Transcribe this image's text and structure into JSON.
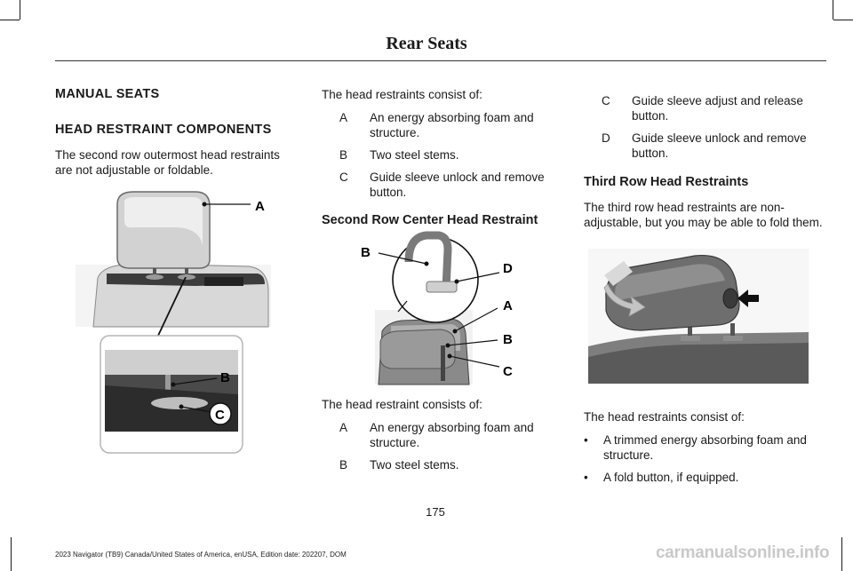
{
  "header": {
    "title": "Rear Seats"
  },
  "left": {
    "heading1": "MANUAL SEATS",
    "heading2": "HEAD RESTRAINT COMPONENTS",
    "paragraph": "The second row outermost head restraints are not adjustable or foldable.",
    "callouts": [
      "A",
      "B",
      "C"
    ]
  },
  "middle": {
    "intro": "The head restraints consist of:",
    "items": [
      {
        "key": "A",
        "text": "An energy absorbing foam and structure."
      },
      {
        "key": "B",
        "text": "Two steel stems."
      },
      {
        "key": "C",
        "text": "Guide sleeve unlock and remove button."
      }
    ],
    "heading": "Second Row Center Head Restraint",
    "callouts": [
      "B",
      "D",
      "A",
      "B",
      "C"
    ],
    "intro2": "The head restraint consists of:",
    "items2": [
      {
        "key": "A",
        "text": "An energy absorbing foam and structure."
      },
      {
        "key": "B",
        "text": "Two steel stems."
      }
    ]
  },
  "right": {
    "items": [
      {
        "key": "C",
        "text": "Guide sleeve adjust and release button."
      },
      {
        "key": "D",
        "text": "Guide sleeve unlock and remove button."
      }
    ],
    "heading": "Third Row Head Restraints",
    "paragraph": "The third row head restraints are non-adjustable, but you may be able to fold them.",
    "intro": "The head restraints consist of:",
    "bullets": [
      {
        "mark": "•",
        "text": "A trimmed energy absorbing foam and structure."
      },
      {
        "mark": "•",
        "text": "A fold button, if equipped."
      }
    ]
  },
  "page_number": "175",
  "footer": "2023 Navigator (TB9) Canada/United States of America, enUSA, Edition date: 202207, DOM",
  "watermark": "carmanualsonline.info"
}
